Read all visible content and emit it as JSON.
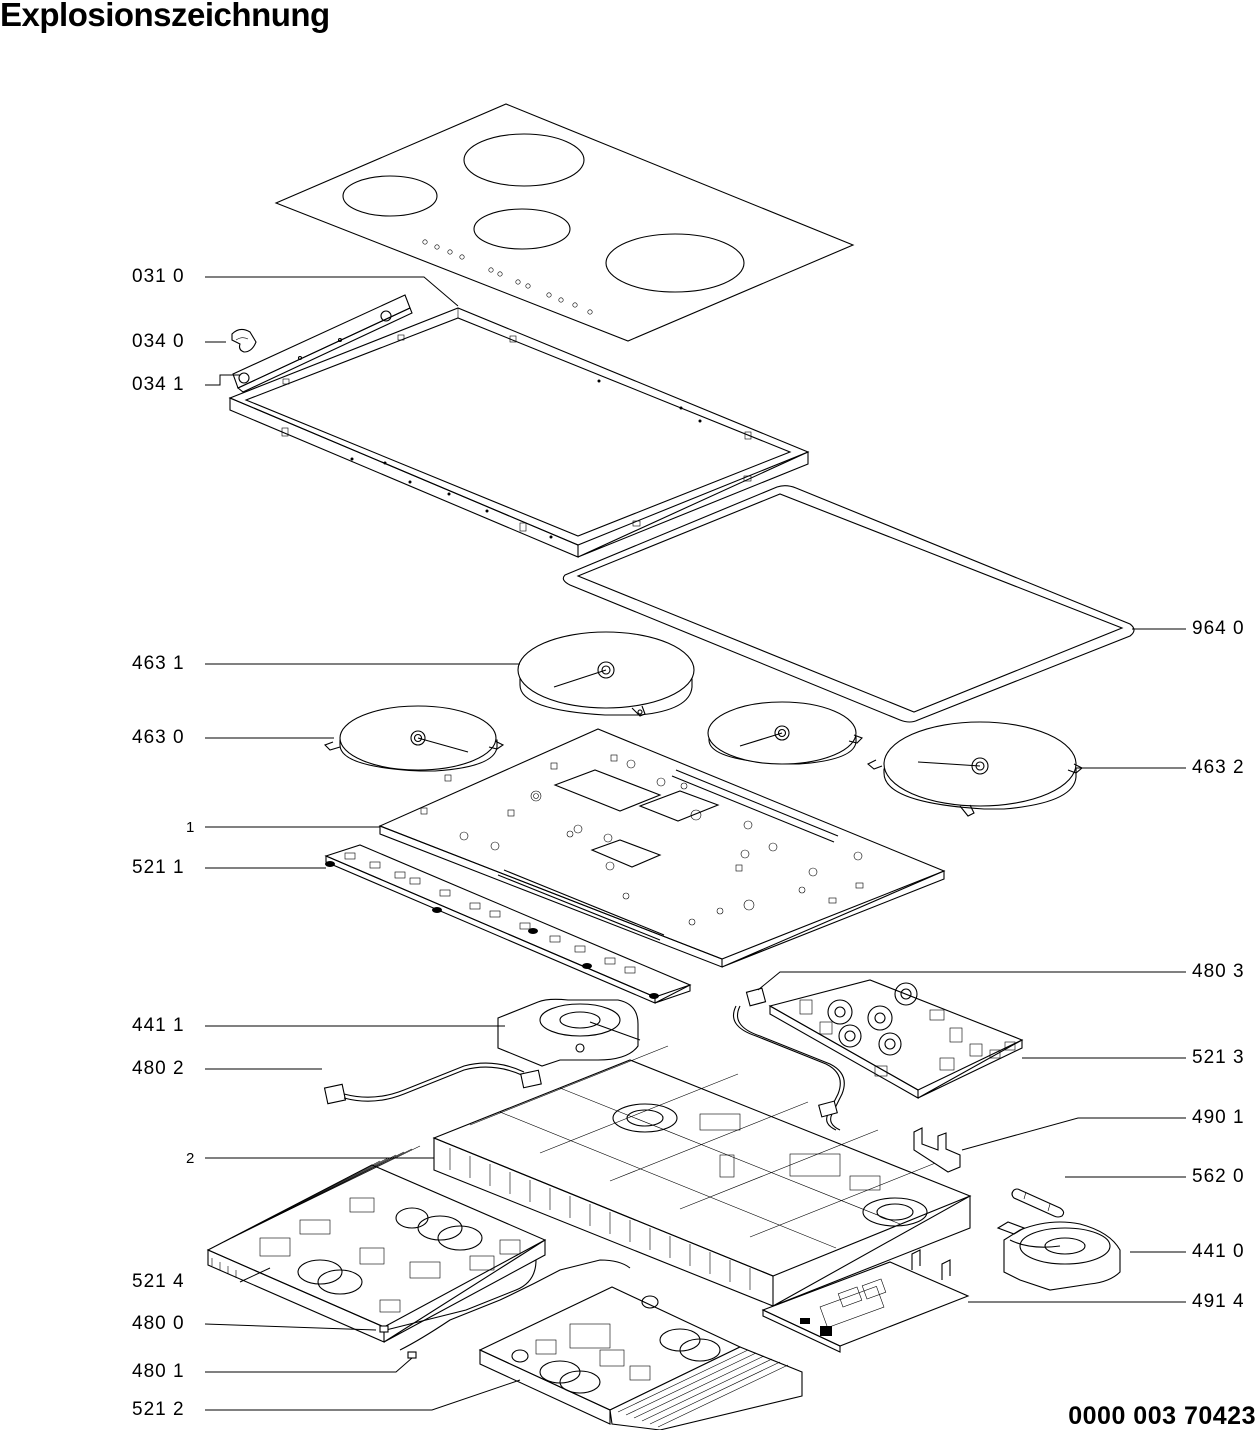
{
  "header": {
    "title": "Explosionszeichnung"
  },
  "footer": {
    "document_number": "0000 003 70423"
  },
  "labels": {
    "l_031_0": "031 0",
    "l_034_0": "034 0",
    "l_034_1": "034 1",
    "l_964_0": "964 0",
    "l_463_1": "463 1",
    "l_463_0": "463 0",
    "l_463_2": "463 2",
    "l_1": "1",
    "l_521_1": "521 1",
    "l_480_3": "480 3",
    "l_441_1": "441 1",
    "l_480_2": "480 2",
    "l_521_3": "521 3",
    "l_490_1": "490 1",
    "l_2": "2",
    "l_562_0": "562 0",
    "l_441_0": "441 0",
    "l_521_4": "521 4",
    "l_491_4": "491 4",
    "l_480_0": "480 0",
    "l_480_1": "480 1",
    "l_521_2": "521 2"
  }
}
